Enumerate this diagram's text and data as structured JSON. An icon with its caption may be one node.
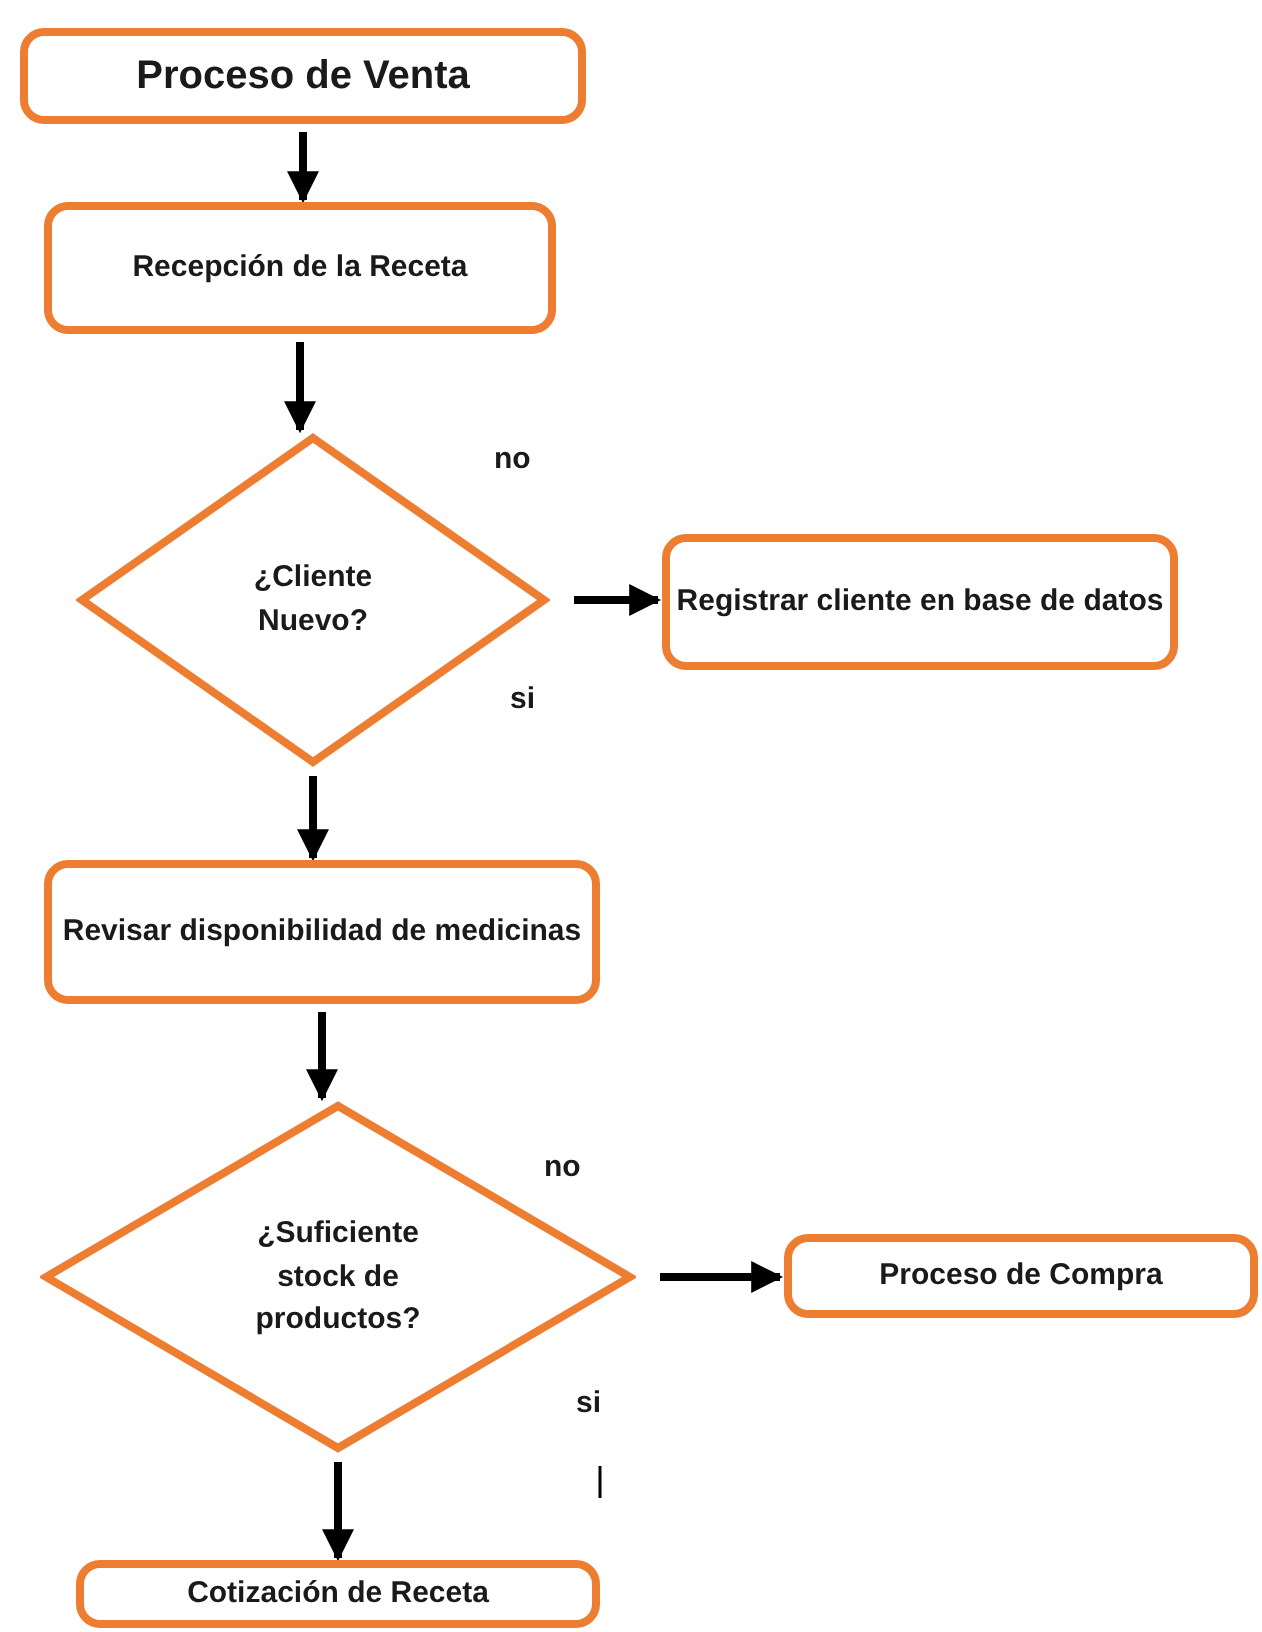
{
  "diagram": {
    "nodes": [
      {
        "text": [
          "Proceso de Venta"
        ]
      },
      {
        "text": [
          "Recepción de la Receta"
        ]
      },
      {
        "text": [
          "¿Cliente Nuevo?"
        ]
      },
      {
        "text": [
          "Registrar cliente en base de datos"
        ]
      },
      {
        "text": [
          "Revisar disponibilidad de medicinas"
        ]
      },
      {
        "text": [
          "¿Suficiente stock de productos?"
        ]
      },
      {
        "text": [
          "Proceso de Compra"
        ]
      },
      {
        "text": [
          "Cotización de Receta"
        ]
      }
    ],
    "edges": [
      {
        "from": 0,
        "to": 1,
        "arrow": "to"
      },
      {
        "from": 1,
        "to": 2,
        "arrow": "to"
      },
      {
        "from": 2,
        "to": 3,
        "arrow": "to"
      },
      {
        "from": 2,
        "to": 4,
        "arrow": "to"
      },
      {
        "from": 4,
        "to": 5,
        "arrow": "to"
      },
      {
        "from": 5,
        "to": 6,
        "arrow": "to"
      },
      {
        "from": 5,
        "to": 7,
        "arrow": "to"
      }
    ],
    "labels": [
      "no",
      "si",
      "no",
      "si"
    ]
  }
}
